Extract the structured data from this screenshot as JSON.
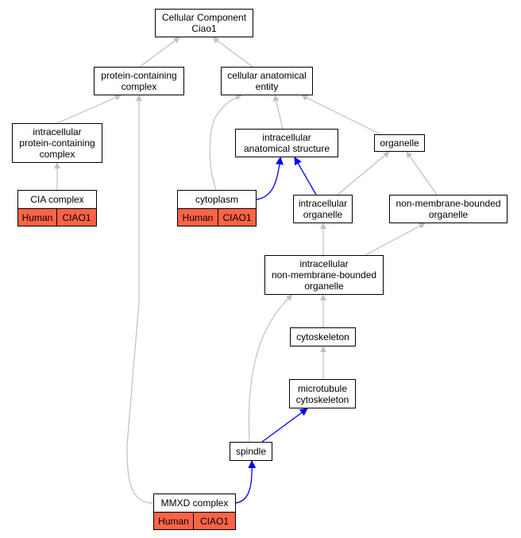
{
  "colors": {
    "edge_is_a": "#c0c0c0",
    "edge_part_of": "#0000ff",
    "annotation": "#ff6347"
  },
  "nodes": {
    "root": "Cellular Component\nCiao1",
    "protein_complex": "protein-containing\ncomplex",
    "cellular_anatomical_entity": "cellular anatomical\nentity",
    "intracellular_protein_complex": "intracellular\nprotein-containing\ncomplex",
    "intracellular_anatomical_structure": "intracellular\nanatomical structure",
    "organelle": "organelle",
    "cia_complex": "CIA complex",
    "cytoplasm": "cytoplasm",
    "intracellular_organelle": "intracellular\norganelle",
    "non_membrane_bounded_organelle": "non-membrane-bounded\norganelle",
    "intracellular_non_membrane_bounded_organelle": "intracellular\nnon-membrane-bounded\norganelle",
    "cytoskeleton": "cytoskeleton",
    "microtubule_cytoskeleton": "microtubule\ncytoskeleton",
    "spindle": "spindle",
    "mmxd_complex": "MMXD complex"
  },
  "annotations": {
    "cia_complex": {
      "species": "Human",
      "gene": "CIAO1"
    },
    "cytoplasm": {
      "species": "Human",
      "gene": "CIAO1"
    },
    "mmxd_complex": {
      "species": "Human",
      "gene": "CIAO1"
    }
  },
  "edges": [
    {
      "from": "protein_complex",
      "to": "root",
      "type": "is_a"
    },
    {
      "from": "cellular_anatomical_entity",
      "to": "root",
      "type": "is_a"
    },
    {
      "from": "intracellular_protein_complex",
      "to": "protein_complex",
      "type": "is_a"
    },
    {
      "from": "cia_complex",
      "to": "intracellular_protein_complex",
      "type": "is_a"
    },
    {
      "from": "mmxd_complex",
      "to": "protein_complex",
      "type": "is_a"
    },
    {
      "from": "cytoplasm",
      "to": "cellular_anatomical_entity",
      "type": "is_a"
    },
    {
      "from": "intracellular_anatomical_structure",
      "to": "cellular_anatomical_entity",
      "type": "is_a"
    },
    {
      "from": "organelle",
      "to": "cellular_anatomical_entity",
      "type": "is_a"
    },
    {
      "from": "cytoplasm",
      "to": "intracellular_anatomical_structure",
      "type": "part_of"
    },
    {
      "from": "intracellular_organelle",
      "to": "intracellular_anatomical_structure",
      "type": "part_of"
    },
    {
      "from": "intracellular_organelle",
      "to": "organelle",
      "type": "is_a"
    },
    {
      "from": "non_membrane_bounded_organelle",
      "to": "organelle",
      "type": "is_a"
    },
    {
      "from": "intracellular_non_membrane_bounded_organelle",
      "to": "intracellular_organelle",
      "type": "is_a"
    },
    {
      "from": "intracellular_non_membrane_bounded_organelle",
      "to": "non_membrane_bounded_organelle",
      "type": "is_a"
    },
    {
      "from": "cytoskeleton",
      "to": "intracellular_non_membrane_bounded_organelle",
      "type": "is_a"
    },
    {
      "from": "spindle",
      "to": "intracellular_non_membrane_bounded_organelle",
      "type": "is_a"
    },
    {
      "from": "microtubule_cytoskeleton",
      "to": "cytoskeleton",
      "type": "is_a"
    },
    {
      "from": "spindle",
      "to": "microtubule_cytoskeleton",
      "type": "part_of"
    },
    {
      "from": "mmxd_complex",
      "to": "spindle",
      "type": "part_of"
    }
  ]
}
